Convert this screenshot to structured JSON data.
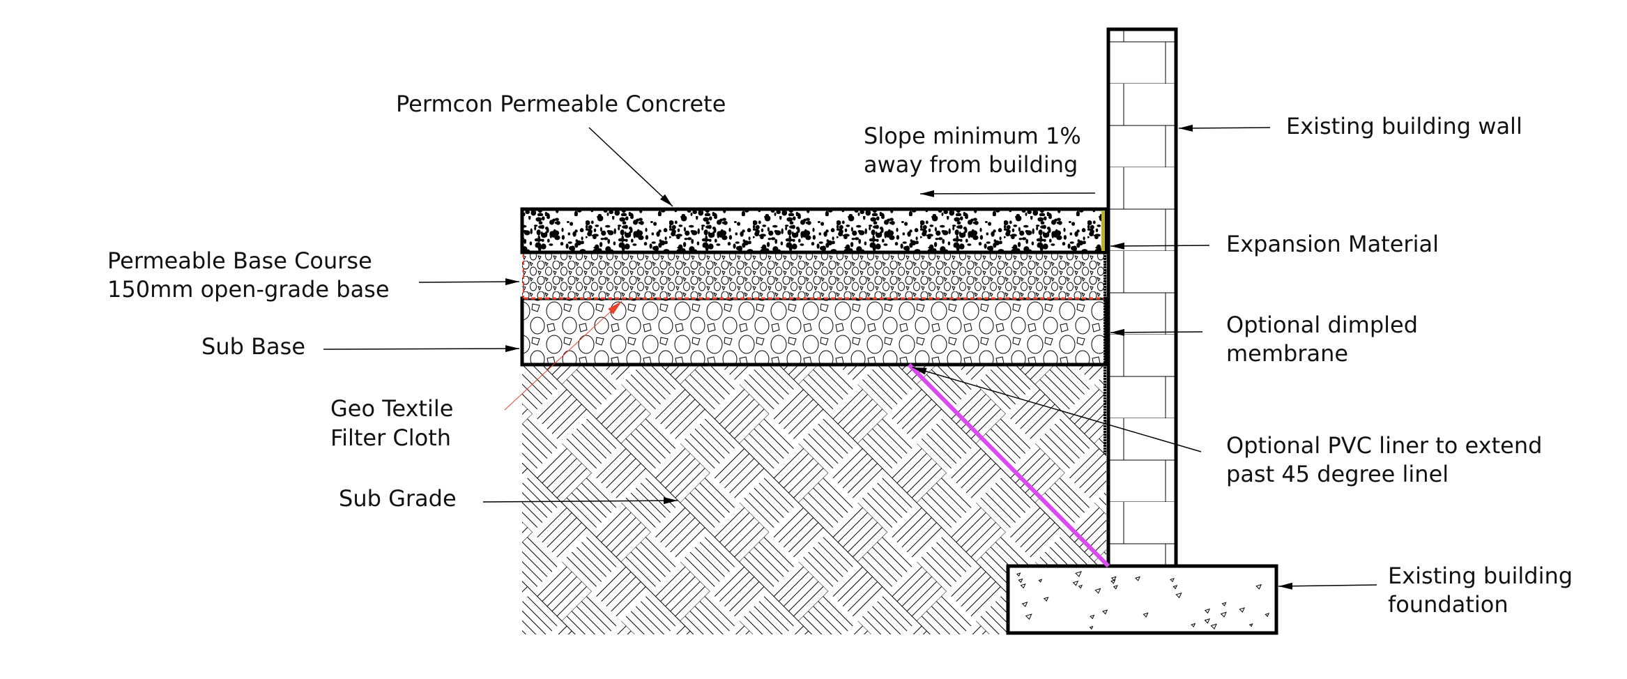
{
  "labels": {
    "concrete": "Permcon Permeable Concrete",
    "slope_line1": "Slope minimum 1%",
    "slope_line2": "away from building",
    "wall": "Existing building wall",
    "expansion": "Expansion Material",
    "membrane_line1": "Optional dimpled",
    "membrane_line2": "membrane",
    "pvc_line1": "Optional PVC liner to extend",
    "pvc_line2": "past 45 degree linel",
    "foundation_line1": "Existing building",
    "foundation_line2": "foundation",
    "base_course_line1": "Permeable Base Course",
    "base_course_line2": "150mm open-grade base",
    "sub_base": "Sub Base",
    "geotextile_line1": "Geo Textile",
    "geotextile_line2": "Filter Cloth",
    "sub_grade": "Sub Grade"
  },
  "colors": {
    "geotextile": "#e8432a",
    "pvc_liner": "#d94bee",
    "expansion": "#b9b52a",
    "outline": "#000000"
  }
}
